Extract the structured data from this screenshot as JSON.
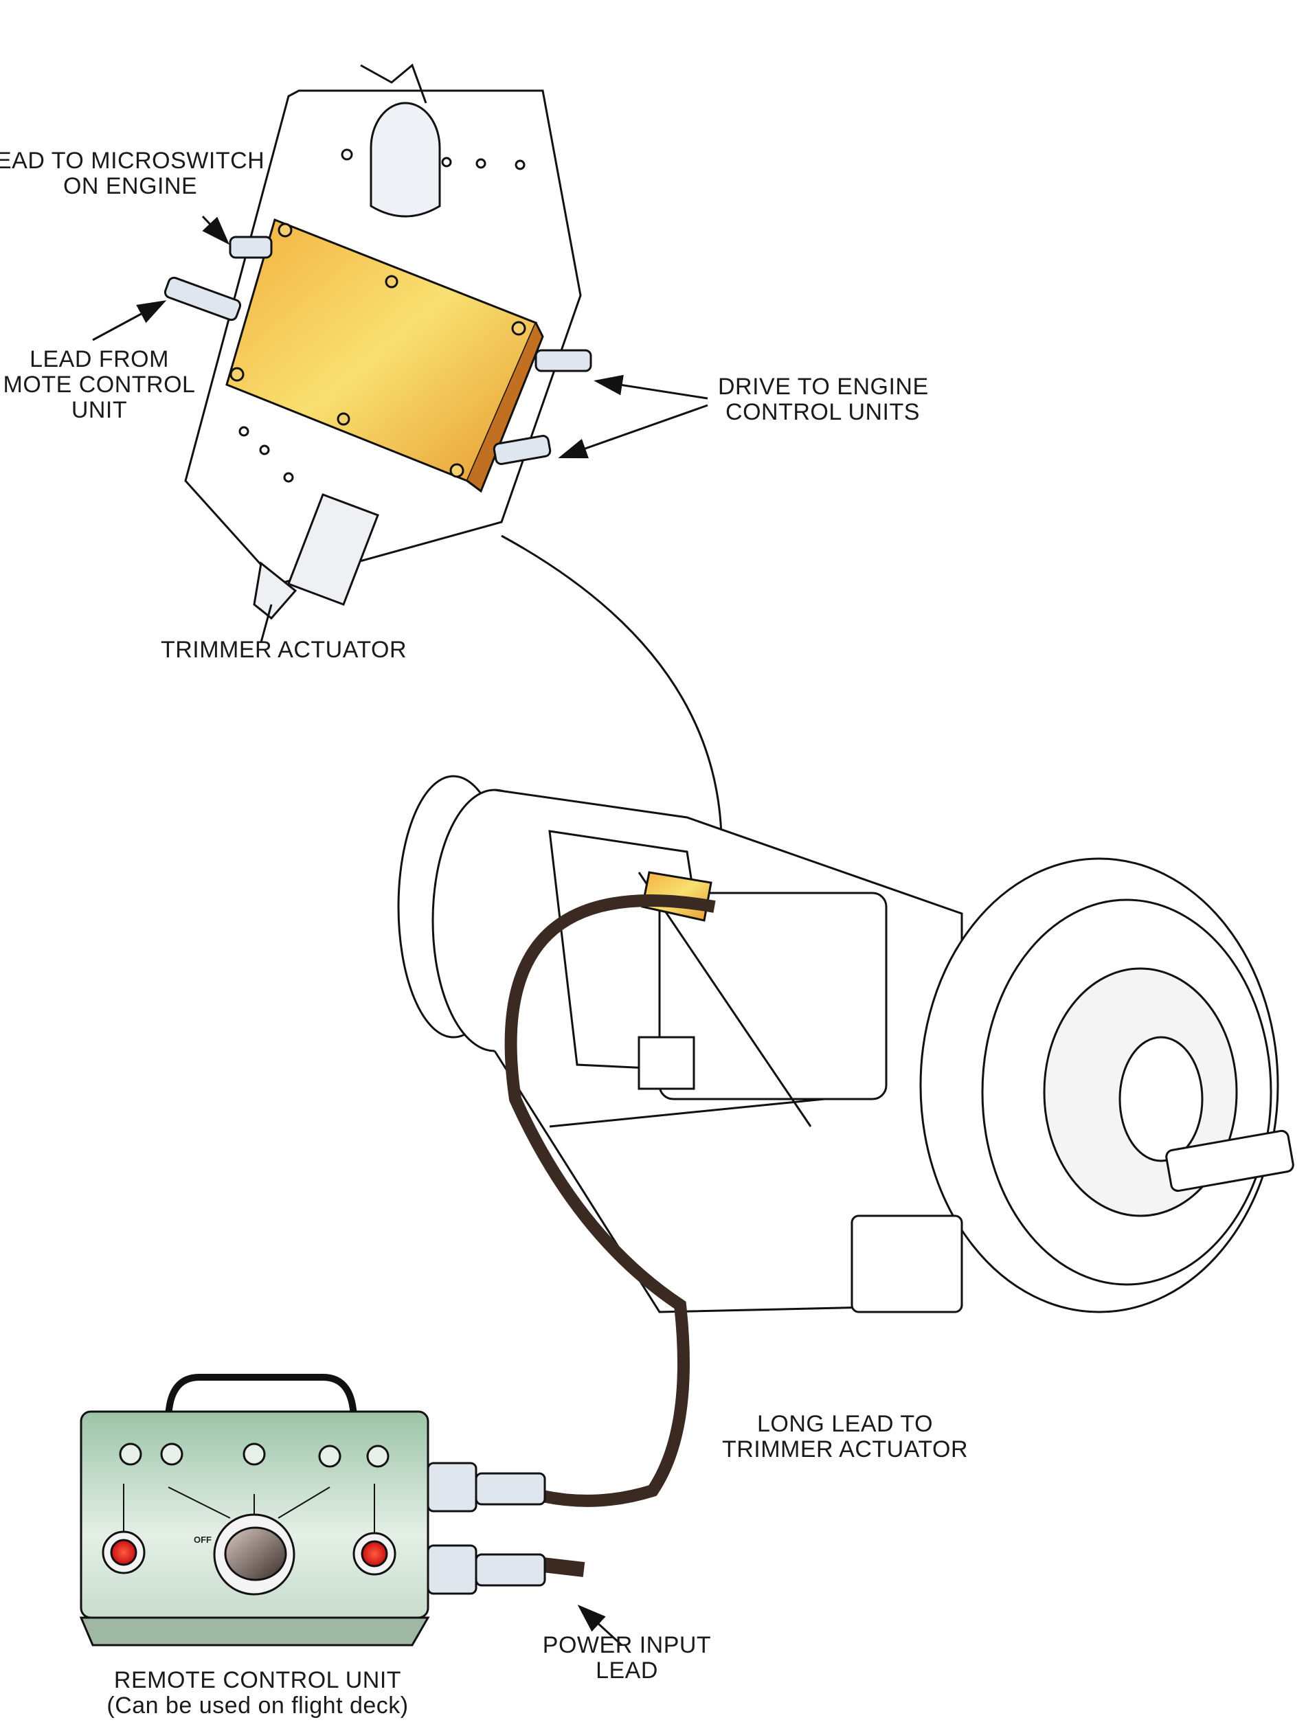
{
  "labels": {
    "microswitch": {
      "line1": "EAD TO MICROSWITCH",
      "line2": "ON ENGINE"
    },
    "lead_from_remote": {
      "line1": "LEAD FROM",
      "line2": "MOTE CONTROL",
      "line3": "UNIT"
    },
    "drive": {
      "line1": "DRIVE TO ENGINE",
      "line2": "CONTROL UNITS"
    },
    "trimmer_actuator": "TRIMMER ACTUATOR",
    "long_lead": {
      "line1": "LONG LEAD TO",
      "line2": "TRIMMER ACTUATOR"
    },
    "power_input": {
      "line1": "POWER INPUT",
      "line2": "LEAD"
    },
    "remote_unit": {
      "line1": "REMOTE CONTROL UNIT",
      "line2": "(Can be used on flight deck)"
    }
  },
  "remote_panel": {
    "knob_off": "OFF"
  },
  "colors": {
    "actuator_box": "#f0a030",
    "panel": "#b8d4c0",
    "button": "#e02020",
    "cable": "#3a2a22"
  }
}
